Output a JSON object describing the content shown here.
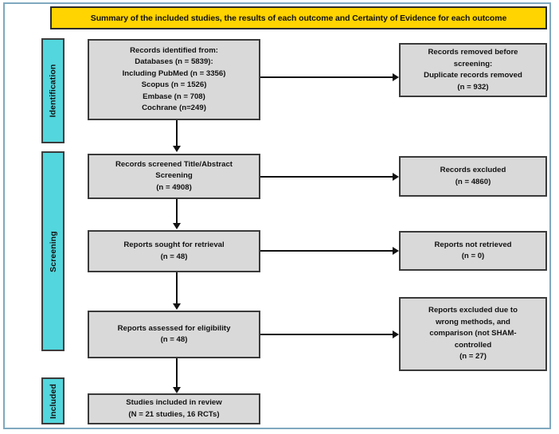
{
  "banner": {
    "text": "Summary of the included studies, the results of each outcome and Certainty of Evidence for each outcome"
  },
  "phases": [
    {
      "key": "identification",
      "label": "Identification"
    },
    {
      "key": "screening",
      "label": "Screening"
    },
    {
      "key": "included",
      "label": "Included"
    }
  ],
  "boxes": {
    "identified": {
      "lines": [
        "Records identified from:",
        "Databases (n = 5839):",
        "Including PubMed (n = 3356)",
        "Scopus (n = 1526)",
        "Embase (n = 708)",
        "Cochrane (n=249)"
      ]
    },
    "removed_before_screening": {
      "lines": [
        "Records removed before",
        "screening:",
        "Duplicate records removed",
        "(n = 932)"
      ]
    },
    "screened": {
      "lines": [
        "Records screened Title/Abstract",
        "Screening",
        "(n = 4908)"
      ]
    },
    "records_excluded": {
      "lines": [
        "Records excluded",
        "(n = 4860)"
      ]
    },
    "sought_retrieval": {
      "lines": [
        "Reports sought for retrieval",
        "(n = 48)"
      ]
    },
    "not_retrieved": {
      "lines": [
        "Reports not retrieved",
        "(n = 0)"
      ]
    },
    "assessed_eligibility": {
      "lines": [
        "Reports assessed for eligibility",
        "(n = 48)"
      ]
    },
    "reports_excluded": {
      "lines": [
        "Reports excluded due to",
        "wrong methods, and",
        "comparison (not SHAM-",
        "controlled",
        "(n = 27)"
      ]
    },
    "included_review": {
      "lines": [
        "Studies included in review",
        "(N = 21 studies, 16 RCTs)"
      ]
    }
  },
  "colors": {
    "banner_fill": "#ffd400",
    "phase_tab_fill": "#53d6dd",
    "box_fill": "#d9d9d9",
    "box_border": "#3a3a3a",
    "frame_border": "#7fa8bf",
    "connector": "#111111"
  }
}
